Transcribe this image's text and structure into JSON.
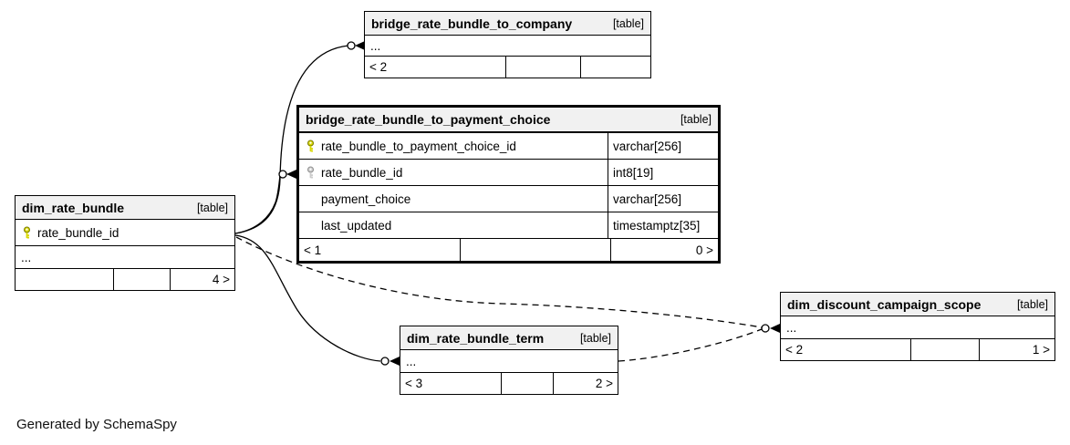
{
  "page": {
    "generated_note": "Generated by SchemaSpy"
  },
  "colors": {
    "pk_key": "#d8d800",
    "pk_key_stroke": "#7a7a00",
    "fk_key": "#cccccc",
    "fk_key_stroke": "#8f8f8f",
    "header_bg": "#f1f1f1",
    "edge": "#000000"
  },
  "tables": {
    "bridge_company": {
      "name": "bridge_rate_bundle_to_company",
      "badge": "[table]",
      "ellipsis": "...",
      "footer_left": "< 2",
      "footer_mid": "",
      "footer_right": ""
    },
    "bridge_payment": {
      "name": "bridge_rate_bundle_to_payment_choice",
      "badge": "[table]",
      "columns": [
        {
          "name": "rate_bundle_to_payment_choice_id",
          "type": "varchar[256]",
          "key": "primary-key"
        },
        {
          "name": "rate_bundle_id",
          "type": "int8[19]",
          "key": "foreign-key"
        },
        {
          "name": "payment_choice",
          "type": "varchar[256]",
          "key": ""
        },
        {
          "name": "last_updated",
          "type": "timestamptz[35]",
          "key": ""
        }
      ],
      "footer_left": "< 1",
      "footer_mid": "",
      "footer_right": "0 >"
    },
    "dim_rate_bundle": {
      "name": "dim_rate_bundle",
      "badge": "[table]",
      "columns": [
        {
          "name": "rate_bundle_id",
          "type": "",
          "key": "primary-key"
        }
      ],
      "ellipsis": "...",
      "footer_left": "",
      "footer_mid": "",
      "footer_right": "4 >"
    },
    "dim_rate_bundle_term": {
      "name": "dim_rate_bundle_term",
      "badge": "[table]",
      "ellipsis": "...",
      "footer_left": "< 3",
      "footer_mid": "",
      "footer_right": "2 >"
    },
    "dim_discount_campaign_scope": {
      "name": "dim_discount_campaign_scope",
      "badge": "[table]",
      "ellipsis": "...",
      "footer_left": "< 2",
      "footer_mid": "",
      "footer_right": "1 >"
    }
  },
  "edges": [
    {
      "from": "dim_rate_bundle.rate_bundle_id",
      "to": "bridge_rate_bundle_to_company",
      "style": "solid"
    },
    {
      "from": "dim_rate_bundle.rate_bundle_id",
      "to": "bridge_rate_bundle_to_payment_choice.rate_bundle_id",
      "style": "solid"
    },
    {
      "from": "dim_rate_bundle.rate_bundle_id",
      "to": "dim_rate_bundle_term",
      "style": "solid"
    },
    {
      "from": "dim_rate_bundle",
      "to": "dim_discount_campaign_scope",
      "style": "dashed"
    },
    {
      "from": "dim_rate_bundle_term",
      "to": "dim_discount_campaign_scope",
      "style": "dashed"
    }
  ]
}
